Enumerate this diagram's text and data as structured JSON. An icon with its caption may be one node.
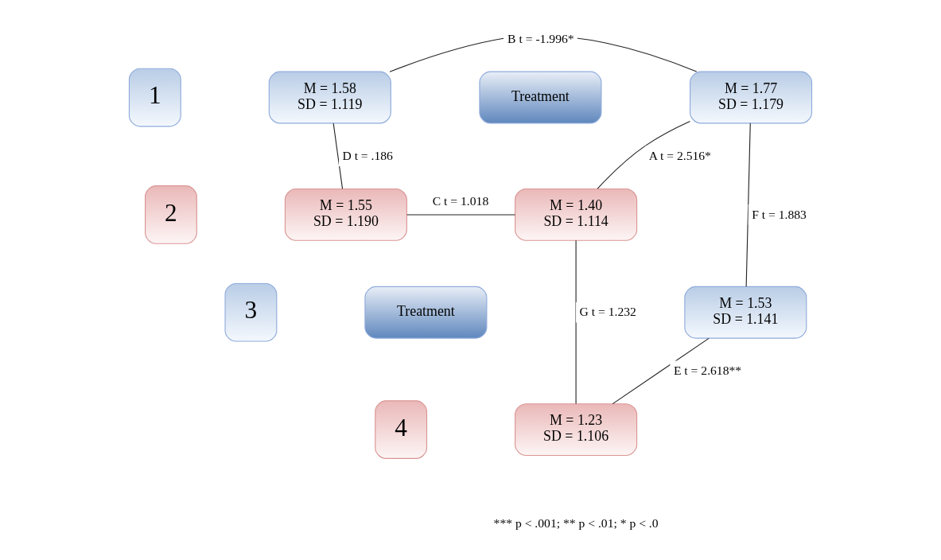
{
  "diagram": {
    "nodes": [
      {
        "text": [
          "1"
        ]
      },
      {
        "text": [
          "2"
        ]
      },
      {
        "text": [
          "3"
        ]
      },
      {
        "text": [
          "4"
        ]
      },
      {
        "text": [
          "M = 1.58",
          "SD = 1.119"
        ]
      },
      {
        "text": [
          "Treatment"
        ]
      },
      {
        "text": [
          "M = 1.77",
          "SD = 1.179"
        ]
      },
      {
        "text": [
          "M = 1.55",
          "SD = 1.190"
        ]
      },
      {
        "text": [
          "M = 1.40",
          "SD = 1.114"
        ]
      },
      {
        "text": [
          "Treatment"
        ]
      },
      {
        "text": [
          "M = 1.53",
          "SD = 1.141"
        ]
      },
      {
        "text": [
          "M = 1.23",
          "SD = 1.106"
        ]
      }
    ],
    "edges": [
      {
        "from": 4,
        "to": 6,
        "arrow": "none",
        "label": "B t = -1.996*"
      },
      {
        "from": 4,
        "to": 7,
        "arrow": "none",
        "label": "D t = .186"
      },
      {
        "from": 7,
        "to": 8,
        "arrow": "none",
        "label": "C t = 1.018"
      },
      {
        "from": 6,
        "to": 8,
        "arrow": "none",
        "label": "A t = 2.516*"
      },
      {
        "from": 6,
        "to": 10,
        "arrow": "none",
        "label": "F t = 1.883"
      },
      {
        "from": 8,
        "to": 11,
        "arrow": "none",
        "label": "G t = 1.232"
      },
      {
        "from": 10,
        "to": 11,
        "arrow": "none",
        "label": "E t = 2.618**"
      }
    ],
    "labels": [
      "*** p < .001; ** p < .01; * p < .0"
    ]
  }
}
